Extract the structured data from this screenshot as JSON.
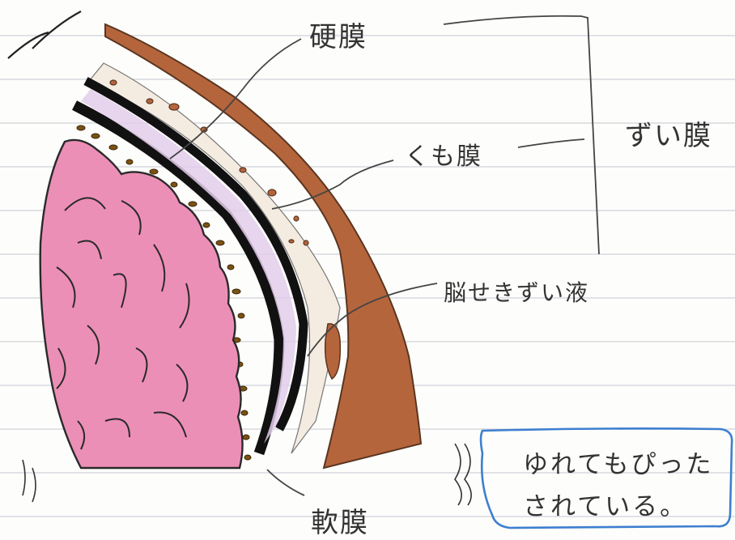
{
  "labels": {
    "dura": "硬膜",
    "arachnoid": "くも膜",
    "meninges": "ずい膜",
    "csf": "脳せきずい液",
    "pia": "軟膜"
  },
  "note": {
    "line1": "ゆれてもぴった",
    "line2": "されている。"
  },
  "colors": {
    "brain": "#ec8fb6",
    "dura": "#b5653c",
    "arachnoid_band": "#1a1a1a",
    "membrane": "#e3cdea",
    "fat_dots": "#7a5212",
    "ruled_lines": "#cfd3da",
    "note_border": "#3d7fd0"
  }
}
